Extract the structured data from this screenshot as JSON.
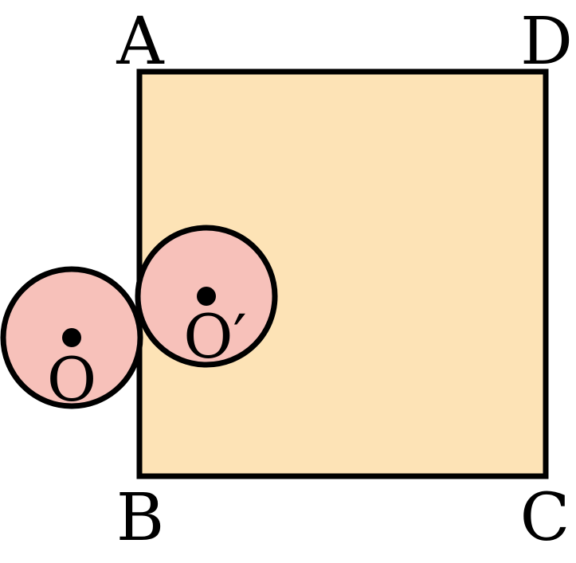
{
  "colors": {
    "square_fill": "#FDE3B6",
    "circle_fill": "#F7C1BA",
    "stroke": "#000000",
    "background": "#FFFFFF"
  },
  "vertices": {
    "A": "A",
    "B": "B",
    "C": "C",
    "D": "D"
  },
  "circles": {
    "outer_center_label": "O",
    "inner_center_label": "O′"
  }
}
